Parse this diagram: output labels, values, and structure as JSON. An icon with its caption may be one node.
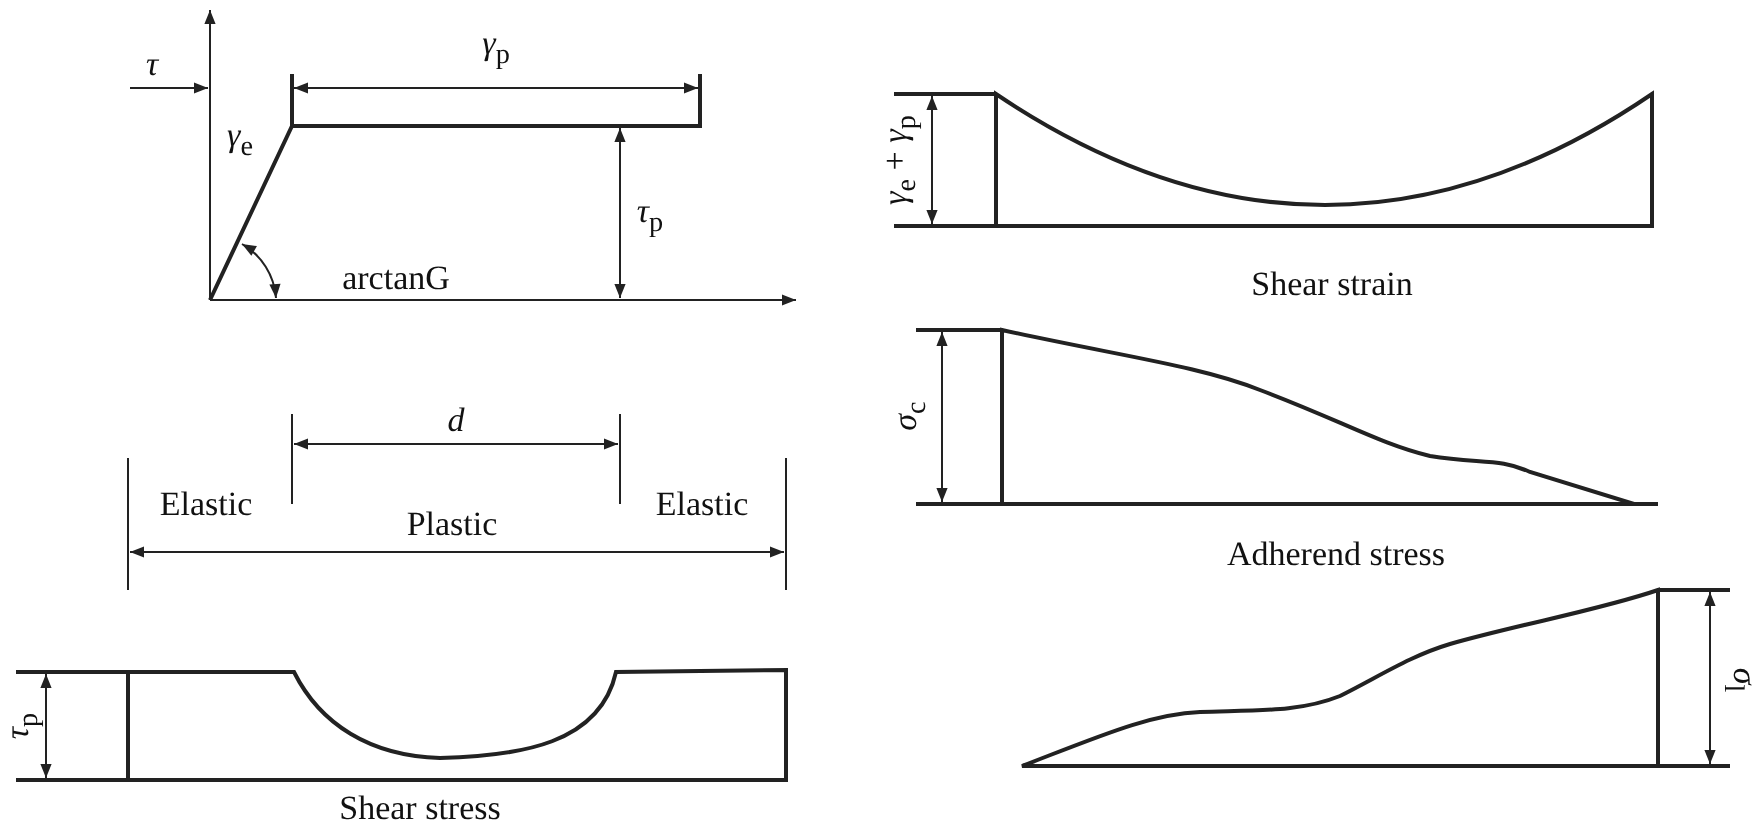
{
  "diagram": {
    "labels": [
      "τ",
      "*γ*$_{p}$",
      "*γ*$_{e}$",
      "*τ*$_{p}$",
      "arctanG",
      "*γ*$_{e}$ + *γ*$_{p}$",
      "Shear strain",
      "d",
      "*σ*$_{c}$",
      "Elastic",
      "Plastic",
      "Elastic",
      "Adherend stress",
      "*τ*$_{p}$",
      "*σ*$_{l}$",
      "Shear stress"
    ]
  }
}
